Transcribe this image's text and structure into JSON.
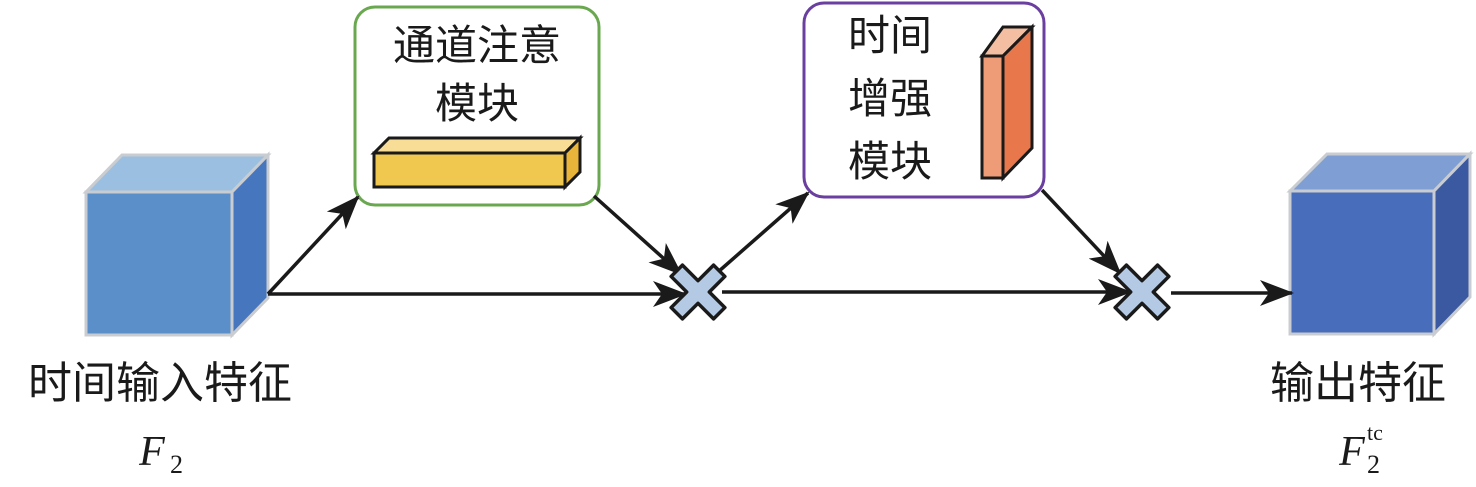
{
  "diagram": {
    "input": {
      "label": "时间输入特征",
      "symbol": "F",
      "subscript": "2",
      "colors": {
        "front": "#5b8fc9",
        "top": "#9bbfe0",
        "side": "#4677be",
        "edge": "#c9ccd0"
      }
    },
    "channel_attention": {
      "label_line1": "通道注意",
      "label_line2": "模块",
      "border_color": "#6aa84f",
      "bar_colors": {
        "front": "#f0c850",
        "top": "#f7dd96",
        "side": "#e8b53a"
      }
    },
    "temporal_enhance": {
      "label_line1": "时间",
      "label_line2": "增强",
      "label_line3": "模块",
      "border_color": "#6a3fa0",
      "bar_colors": {
        "front": "#ee9c78",
        "top": "#f4bea2",
        "side": "#e8784c"
      }
    },
    "output": {
      "label": "输出特征",
      "symbol": "F",
      "subscript": "2",
      "superscript": "tc",
      "colors": {
        "front": "#476dbb",
        "top": "#7f9ed3",
        "side": "#3b59a0",
        "edge": "#c9ccd0"
      }
    },
    "multiply_nodes": [
      {
        "id": "multiply-1",
        "symbol": "×"
      },
      {
        "id": "multiply-2",
        "symbol": "×"
      }
    ],
    "multiply_color": "#b3c9e4",
    "line_color": "#1a1a1a"
  }
}
